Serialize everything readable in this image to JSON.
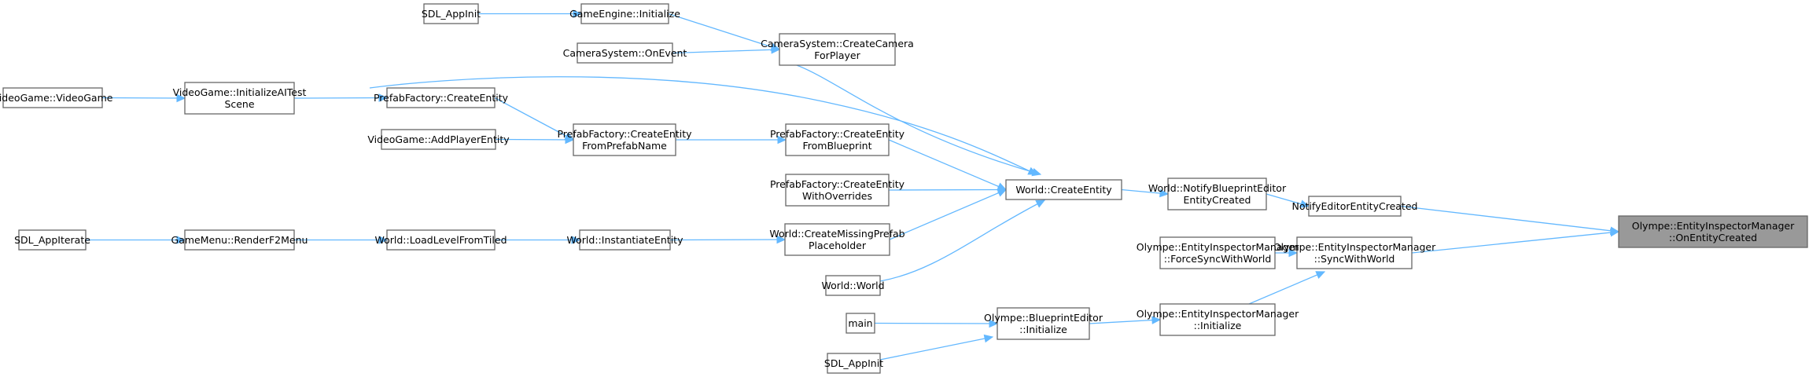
{
  "graph": {
    "type": "caller-graph",
    "colors": {
      "edge": "#63b8ff",
      "node_border": "#666666",
      "root_fill": "#999999",
      "node_fill": "#ffffff"
    },
    "nodes": [
      {
        "id": "root",
        "lines": [
          "Olympe::EntityInspectorManager",
          "::OnEntityCreated"
        ],
        "root": true
      },
      {
        "id": "notifyEditor",
        "lines": [
          "NotifyEditorEntityCreated"
        ]
      },
      {
        "id": "syncWithWorld",
        "lines": [
          "Olympe::EntityInspectorManager",
          "::SyncWithWorld"
        ]
      },
      {
        "id": "worldNotifyBP",
        "lines": [
          "World::NotifyBlueprintEditor",
          "EntityCreated"
        ]
      },
      {
        "id": "forceSync",
        "lines": [
          "Olympe::EntityInspectorManager",
          "::ForceSyncWithWorld"
        ]
      },
      {
        "id": "eimInitialize",
        "lines": [
          "Olympe::EntityInspectorManager",
          "::Initialize"
        ]
      },
      {
        "id": "worldCreateEntity",
        "lines": [
          "World::CreateEntity"
        ]
      },
      {
        "id": "bpEditorInit",
        "lines": [
          "Olympe::BlueprintEditor",
          "::Initialize"
        ]
      },
      {
        "id": "camCreateForPlayer",
        "lines": [
          "CameraSystem::CreateCamera",
          "ForPlayer"
        ]
      },
      {
        "id": "pfCreateFromBlueprint",
        "lines": [
          "PrefabFactory::CreateEntity",
          "FromBlueprint"
        ]
      },
      {
        "id": "pfCreateWithOverrides",
        "lines": [
          "PrefabFactory::CreateEntity",
          "WithOverrides"
        ]
      },
      {
        "id": "worldCreateMissing",
        "lines": [
          "World::CreateMissingPrefab",
          "Placeholder"
        ]
      },
      {
        "id": "worldWorld",
        "lines": [
          "World::World"
        ]
      },
      {
        "id": "main",
        "lines": [
          "main"
        ]
      },
      {
        "id": "sdlAppInit2",
        "lines": [
          "SDL_AppInit"
        ]
      },
      {
        "id": "gameEngineInit",
        "lines": [
          "GameEngine::Initialize"
        ]
      },
      {
        "id": "camOnEvent",
        "lines": [
          "CameraSystem::OnEvent"
        ]
      },
      {
        "id": "pfCreateFromPrefabName",
        "lines": [
          "PrefabFactory::CreateEntity",
          "FromPrefabName"
        ]
      },
      {
        "id": "worldInstantiate",
        "lines": [
          "World::InstantiateEntity"
        ]
      },
      {
        "id": "sdlAppInit1",
        "lines": [
          "SDL_AppInit"
        ]
      },
      {
        "id": "pfCreateEntity",
        "lines": [
          "PrefabFactory::CreateEntity"
        ]
      },
      {
        "id": "vgAddPlayer",
        "lines": [
          "VideoGame::AddPlayerEntity"
        ]
      },
      {
        "id": "worldLoadLevel",
        "lines": [
          "World::LoadLevelFromTiled"
        ]
      },
      {
        "id": "vgInitAITest",
        "lines": [
          "VideoGame::InitializeAITest",
          "Scene"
        ]
      },
      {
        "id": "gameMenuRender",
        "lines": [
          "GameMenu::RenderF2Menu"
        ]
      },
      {
        "id": "vgVideoGame",
        "lines": [
          "VideoGame::VideoGame"
        ]
      },
      {
        "id": "sdlAppIterate",
        "lines": [
          "SDL_AppIterate"
        ]
      }
    ],
    "edges": [
      {
        "from": "notifyEditor",
        "to": "root"
      },
      {
        "from": "syncWithWorld",
        "to": "root"
      },
      {
        "from": "worldNotifyBP",
        "to": "notifyEditor"
      },
      {
        "from": "forceSync",
        "to": "syncWithWorld"
      },
      {
        "from": "eimInitialize",
        "to": "syncWithWorld"
      },
      {
        "from": "worldCreateEntity",
        "to": "worldNotifyBP"
      },
      {
        "from": "bpEditorInit",
        "to": "eimInitialize"
      },
      {
        "from": "camCreateForPlayer",
        "to": "worldCreateEntity"
      },
      {
        "from": "pfCreateEntity",
        "to": "worldCreateEntity"
      },
      {
        "from": "pfCreateFromBlueprint",
        "to": "worldCreateEntity"
      },
      {
        "from": "pfCreateWithOverrides",
        "to": "worldCreateEntity"
      },
      {
        "from": "worldCreateMissing",
        "to": "worldCreateEntity"
      },
      {
        "from": "worldWorld",
        "to": "worldCreateEntity"
      },
      {
        "from": "main",
        "to": "bpEditorInit"
      },
      {
        "from": "sdlAppInit2",
        "to": "bpEditorInit"
      },
      {
        "from": "gameEngineInit",
        "to": "camCreateForPlayer"
      },
      {
        "from": "camOnEvent",
        "to": "camCreateForPlayer"
      },
      {
        "from": "pfCreateFromPrefabName",
        "to": "pfCreateFromBlueprint"
      },
      {
        "from": "worldInstantiate",
        "to": "worldCreateMissing"
      },
      {
        "from": "sdlAppInit1",
        "to": "gameEngineInit"
      },
      {
        "from": "pfCreateEntity",
        "to": "pfCreateFromPrefabName"
      },
      {
        "from": "vgAddPlayer",
        "to": "pfCreateFromPrefabName"
      },
      {
        "from": "worldLoadLevel",
        "to": "worldInstantiate"
      },
      {
        "from": "vgInitAITest",
        "to": "pfCreateEntity"
      },
      {
        "from": "gameMenuRender",
        "to": "worldLoadLevel"
      },
      {
        "from": "vgVideoGame",
        "to": "vgInitAITest"
      },
      {
        "from": "sdlAppIterate",
        "to": "gameMenuRender"
      }
    ]
  }
}
